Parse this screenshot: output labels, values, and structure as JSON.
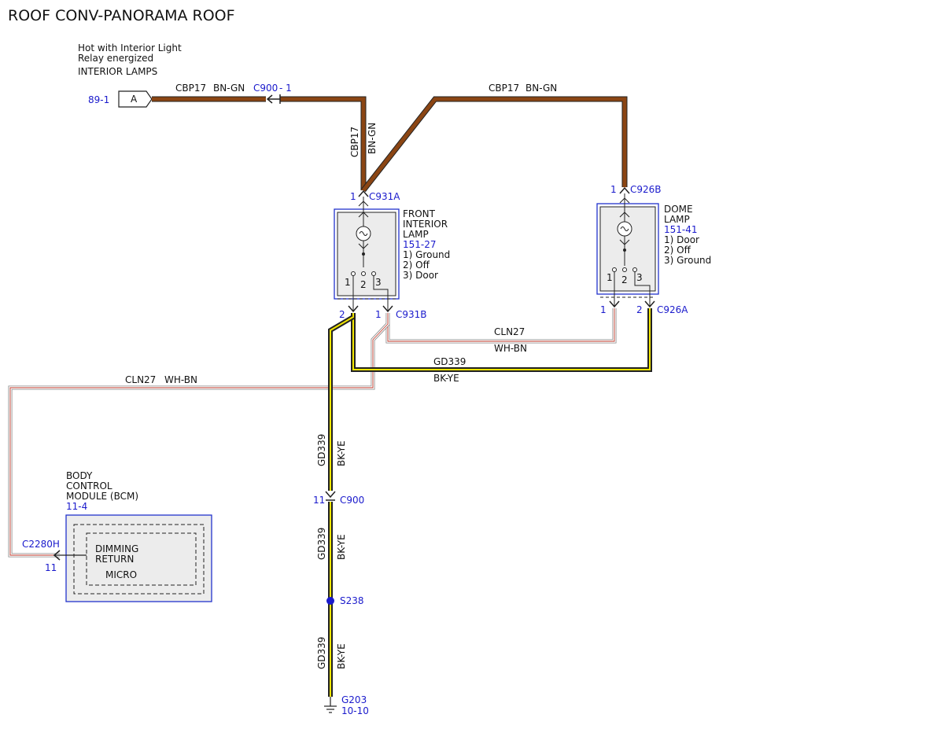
{
  "title": "ROOF CONV-PANORAMA ROOF",
  "hot_line1": "Hot with Interior Light",
  "hot_line2": "Relay energized",
  "hot_line3": "INTERIOR LAMPS",
  "ref_89_1": "89-1",
  "conn_A": "A",
  "wires": {
    "cbp17": "CBP17",
    "bn_gn": "BN-GN",
    "cln27": "CLN27",
    "wh_bn": "WH-BN",
    "gd339": "GD339",
    "bk_ye": "BK-YE"
  },
  "c900_top": "C900",
  "c900_top_pin": "- 1",
  "c931a_pin": "1",
  "c931a": "C931A",
  "c926b_pin": "1",
  "c926b": "C926B",
  "front_lamp": {
    "l1": "FRONT",
    "l2": "INTERIOR",
    "l3": "LAMP",
    "ref": "151-27",
    "o1": "1) Ground",
    "o2": "2) Off",
    "o3": "3) Door",
    "p1": "1",
    "p2": "2",
    "p3": "3"
  },
  "dome_lamp": {
    "l1": "DOME",
    "l2": "LAMP",
    "ref": "151-41",
    "o1": "1) Door",
    "o2": "2) Off",
    "o3": "3) Ground",
    "p1": "1",
    "p2": "2",
    "p3": "3"
  },
  "c931b_pin2": "2",
  "c931b_pin1": "1",
  "c931b": "C931B",
  "c926a_pin1": "1",
  "c926a_pin2": "2",
  "c926a": "C926A",
  "bcm": {
    "l1": "BODY",
    "l2": "CONTROL",
    "l3": "MODULE (BCM)",
    "ref": "11-4",
    "in1": "DIMMING",
    "in2": "RETURN",
    "in3": "MICRO"
  },
  "c2280h": "C2280H",
  "c2280h_pin": "11",
  "c900_mid": "C900",
  "c900_mid_pin": "11",
  "s238": "S238",
  "g203": "G203",
  "g203_ref": "10-10",
  "colors": {
    "brown": "#8B4513",
    "yellow": "#f2e600",
    "blue_label": "#1a1acc",
    "wire_white": "#ffffff",
    "wire_red": "#c0392b",
    "box": "#ececec"
  }
}
